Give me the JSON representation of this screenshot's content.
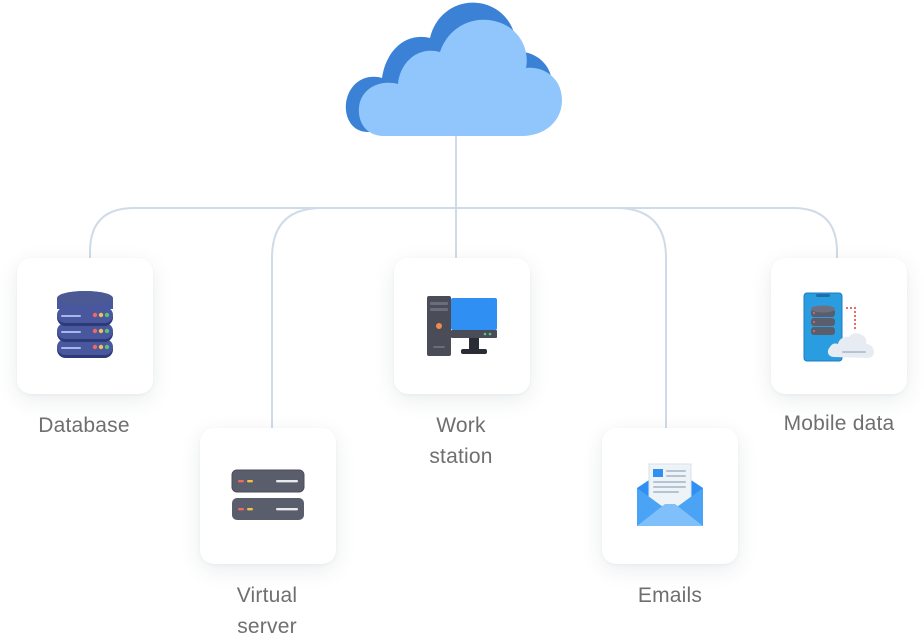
{
  "diagram": {
    "nodes": {
      "database": {
        "label": "Database",
        "icon": "database-icon"
      },
      "virtual_server": {
        "label_line1": "Virtual",
        "label_line2": "server",
        "icon": "server-rack-icon"
      },
      "work_station": {
        "label_line1": "Work",
        "label_line2": "station",
        "icon": "desktop-computer-icon"
      },
      "emails": {
        "label": "Emails",
        "icon": "open-envelope-icon"
      },
      "mobile_data": {
        "label": "Mobile data",
        "icon": "phone-cloud-icon"
      }
    },
    "hub_icon": "cloud-icon",
    "colors": {
      "cloud_back": "#3b82d6",
      "cloud_front": "#90c6fb",
      "connector": "#cfdbe8",
      "label_text": "#6f6f6f"
    }
  }
}
